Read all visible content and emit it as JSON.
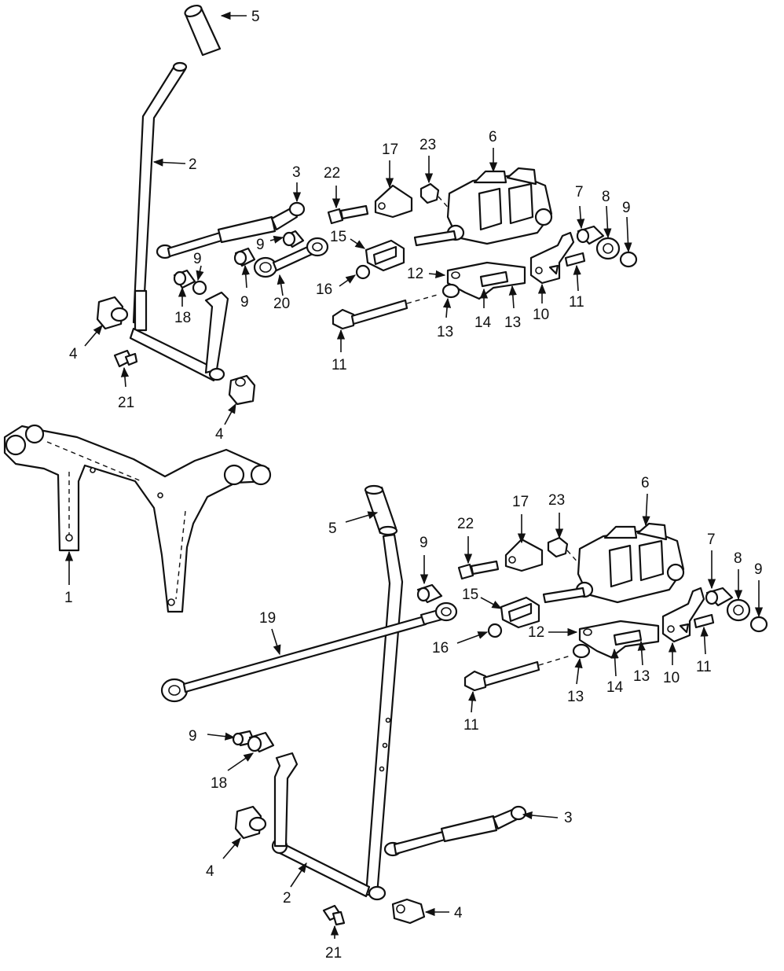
{
  "callouts": {
    "c1": "1",
    "c2a": "2",
    "c2b": "2",
    "c3a": "3",
    "c3b": "3",
    "c4a": "4",
    "c4b": "4",
    "c4c": "4",
    "c4d": "4",
    "c5a": "5",
    "c5b": "5",
    "c6a": "6",
    "c6b": "6",
    "c7a": "7",
    "c7b": "7",
    "c8a": "8",
    "c8b": "8",
    "c9a": "9",
    "c9b": "9",
    "c9c": "9",
    "c9d": "9",
    "c9e": "9",
    "c9f": "9",
    "c9g": "9",
    "c10a": "10",
    "c10b": "10",
    "c11a": "11",
    "c11b": "11",
    "c11c": "11",
    "c11d": "11",
    "c12a": "12",
    "c12b": "12",
    "c13a": "13",
    "c13b": "13",
    "c13c": "13",
    "c13d": "13",
    "c14a": "14",
    "c14b": "14",
    "c15a": "15",
    "c15b": "15",
    "c16a": "16",
    "c16b": "16",
    "c17a": "17",
    "c17b": "17",
    "c18a": "18",
    "c18b": "18",
    "c19": "19",
    "c20": "20",
    "c21a": "21",
    "c21b": "21",
    "c22a": "22",
    "c22b": "22",
    "c23a": "23",
    "c23b": "23"
  }
}
